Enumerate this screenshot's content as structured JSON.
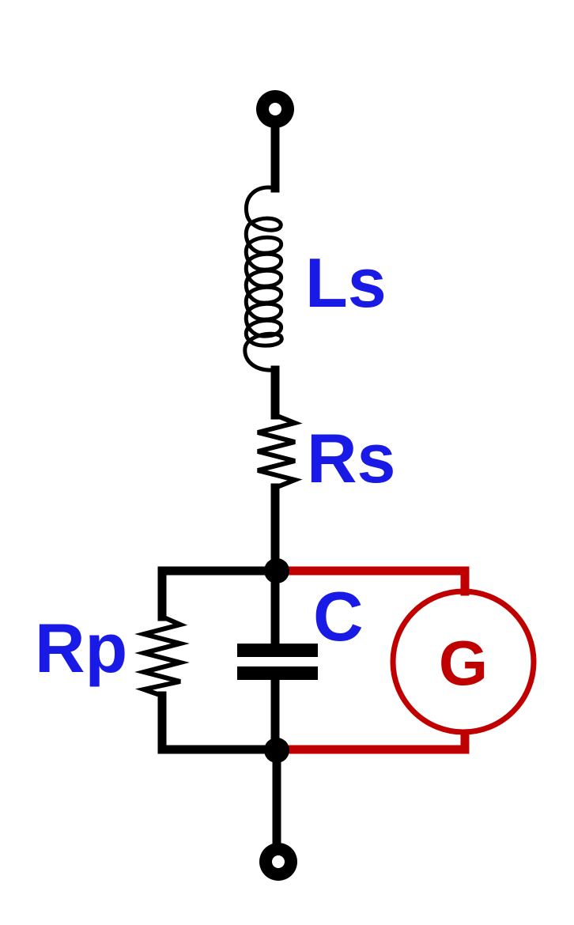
{
  "diagram": {
    "labels": {
      "inductor": "Ls",
      "series_resistor": "Rs",
      "parallel_resistor": "Rp",
      "capacitor": "C",
      "generator": "G"
    },
    "colors": {
      "wire": "#000000",
      "label": "#1a1ae6",
      "generator": "#c00000",
      "background": "#ffffff"
    }
  }
}
